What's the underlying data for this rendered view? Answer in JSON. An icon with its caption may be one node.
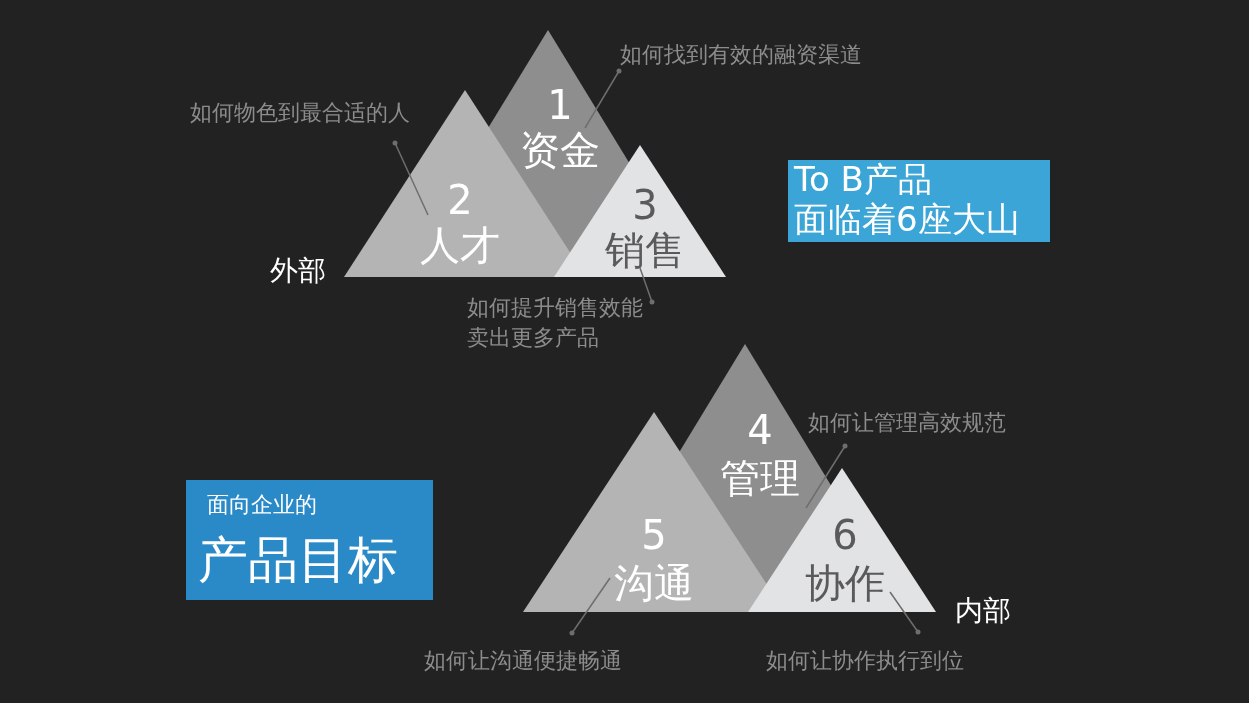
{
  "diagram": {
    "nodes": [
      {
        "text": [
          "1",
          "资金"
        ]
      },
      {
        "text": [
          "2",
          "人才"
        ]
      },
      {
        "text": [
          "3",
          "销售"
        ]
      },
      {
        "text": [
          "4",
          "管理"
        ]
      },
      {
        "text": [
          "5",
          "沟通"
        ]
      },
      {
        "text": [
          "6",
          "协作"
        ]
      },
      {
        "text": [
          "如何找到有效的融资渠道"
        ]
      },
      {
        "text": [
          "如何物色到最合适的人"
        ]
      },
      {
        "text": [
          "如何提升销售效能卖出更多产品"
        ]
      },
      {
        "text": [
          "如何让管理高效规范"
        ]
      },
      {
        "text": [
          "如何让沟通便捷畅通"
        ]
      },
      {
        "text": [
          "如何让协作执行到位"
        ]
      },
      {
        "text": [
          "To B产品",
          "面临着6座大山"
        ]
      },
      {
        "text": [
          "面向企业的",
          "产品目标"
        ]
      }
    ],
    "edges": [
      {
        "from": 6,
        "to": 0,
        "arrow": "other"
      },
      {
        "from": 7,
        "to": 1,
        "arrow": "other"
      },
      {
        "from": 8,
        "to": 2,
        "arrow": "other"
      },
      {
        "from": 9,
        "to": 3,
        "arrow": "other"
      },
      {
        "from": 10,
        "to": 4,
        "arrow": "other"
      },
      {
        "from": 11,
        "to": 5,
        "arrow": "other"
      }
    ],
    "labels": [
      "外部",
      "内部"
    ]
  }
}
